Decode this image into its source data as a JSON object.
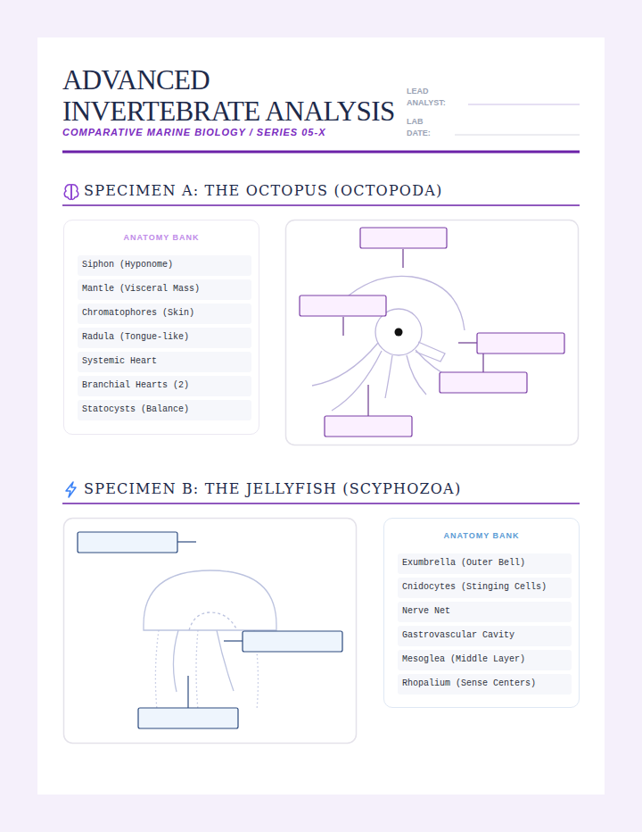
{
  "diagram": {
    "title": "ADVANCED INVERTEBRATE ANALYSIS",
    "nodes": [
      {
        "text": [
          "ANATOMY BANK"
        ]
      },
      {
        "text": [
          "Siphon (Hyponome)"
        ],
        "in": 0
      },
      {
        "text": [
          "Mantle (Visceral Mass)"
        ],
        "in": 0
      },
      {
        "text": [
          "Chromatophores (Skin)"
        ],
        "in": 0
      },
      {
        "text": [
          "Radula (Tongue-like)"
        ],
        "in": 0
      },
      {
        "text": [
          "Systemic Heart"
        ],
        "in": 0
      },
      {
        "text": [
          "Branchial Hearts (2)"
        ],
        "in": 0
      },
      {
        "text": [
          "Statocysts (Balance)"
        ],
        "in": 0
      },
      {
        "text": [
          "ANATOMY BANK"
        ]
      },
      {
        "text": [
          "Exumbrella (Outer Bell)"
        ],
        "in": 8
      },
      {
        "text": [
          "Cnidocytes (Stinging Cells)"
        ],
        "in": 8
      },
      {
        "text": [
          "Nerve Net"
        ],
        "in": 8
      },
      {
        "text": [
          "Gastrovascular Cavity"
        ],
        "in": 8
      },
      {
        "text": [
          "Mesoglea (Middle Layer)"
        ],
        "in": 8
      },
      {
        "text": [
          "Rhopalium (Sense Centers)"
        ],
        "in": 8
      }
    ],
    "labels": [
      "COMPARATIVE MARINE BIOLOGY / SERIES 05-X",
      "LEAD ANALYST:",
      "LAB DATE:",
      "SPECIMEN A: THE OCTOPUS (OCTOPODA)",
      "SPECIMEN B: THE JELLYFISH (SCYPHOZOA)"
    ]
  }
}
